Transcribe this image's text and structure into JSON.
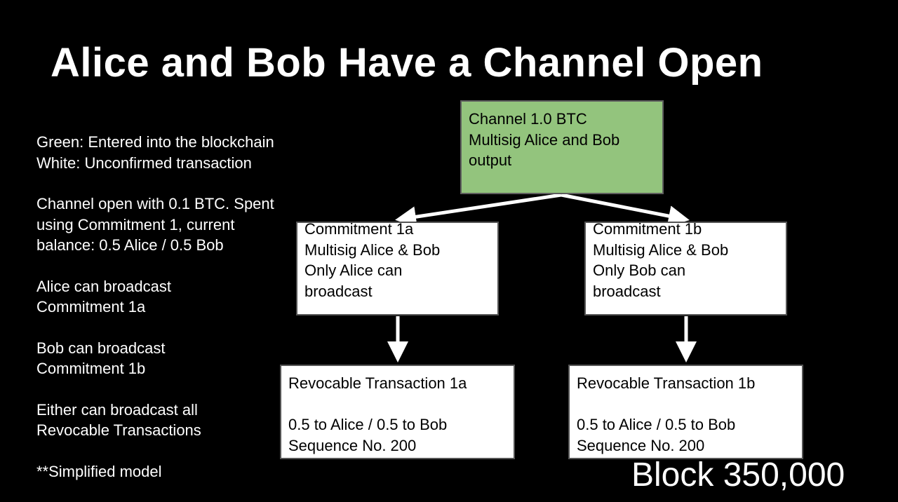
{
  "slide": {
    "title": "Alice and Bob Have a Channel Open",
    "notes": [
      [
        "Green: Entered into the blockchain",
        "White: Unconfirmed transaction"
      ],
      [
        "Channel open with 0.1 BTC. Spent",
        "using Commitment 1, current",
        "balance: 0.5 Alice / 0.5 Bob"
      ],
      [
        "Alice can broadcast",
        "Commitment 1a"
      ],
      [
        "Bob can broadcast",
        "Commitment 1b"
      ],
      [
        "Either can broadcast all",
        "Revocable Transactions"
      ],
      [
        "**Simplified model"
      ]
    ],
    "block_label": "Block 350,000"
  },
  "diagram": {
    "colors": {
      "confirmed": "#93c47d",
      "unconfirmed": "#ffffff",
      "arrow": "#ffffff"
    },
    "channel": [
      "Channel 1.0 BTC",
      "Multisig Alice and Bob",
      "output"
    ],
    "commitment_a": [
      "Commitment 1a",
      "Multisig Alice & Bob",
      "Only Alice can",
      "broadcast"
    ],
    "commitment_b": [
      "Commitment 1b",
      "Multisig Alice & Bob",
      "Only Bob can",
      "broadcast"
    ],
    "revocable_a": [
      "Revocable Transaction 1a",
      "",
      "0.5 to Alice / 0.5 to Bob",
      "Sequence No. 200"
    ],
    "revocable_b": [
      "Revocable Transaction 1b",
      "",
      "0.5 to Alice / 0.5 to Bob",
      "Sequence No. 200"
    ]
  }
}
